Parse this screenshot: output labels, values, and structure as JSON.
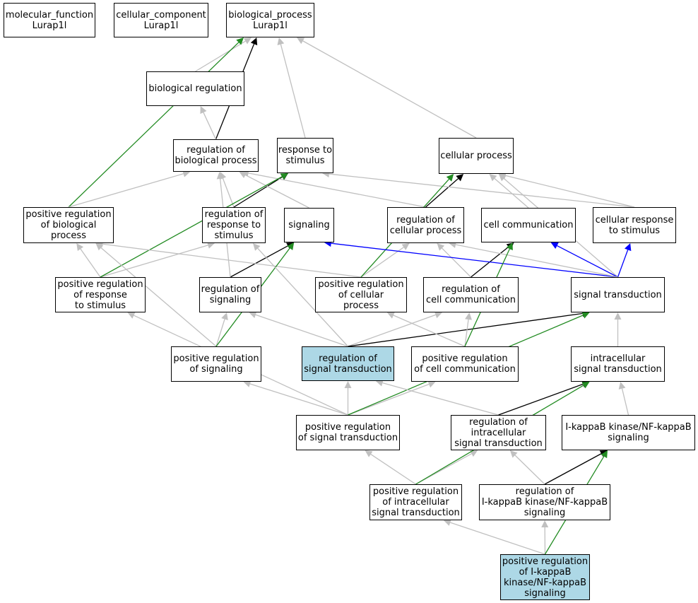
{
  "colors": {
    "grey": "#c0c0c0",
    "black": "#000000",
    "green": "#228b22",
    "blue": "#0000ff",
    "highlight": "#add8e6"
  },
  "nodes": [
    {
      "id": "mf",
      "label": "molecular_function\nLurap1l"
    },
    {
      "id": "cc",
      "label": "cellular_component\nLurap1l"
    },
    {
      "id": "bp",
      "label": "biological_process\nLurap1l"
    },
    {
      "id": "breg",
      "label": "biological regulation"
    },
    {
      "id": "rbp",
      "label": "regulation of\nbiological process"
    },
    {
      "id": "rts",
      "label": "response to\nstimulus"
    },
    {
      "id": "cp",
      "label": "cellular process"
    },
    {
      "id": "prbp",
      "label": "positive regulation\nof biological\nprocess"
    },
    {
      "id": "rrts",
      "label": "regulation of\nresponse to\nstimulus"
    },
    {
      "id": "sig",
      "label": "signaling"
    },
    {
      "id": "rcp",
      "label": "regulation of\ncellular process"
    },
    {
      "id": "ccom",
      "label": "cell communication"
    },
    {
      "id": "crs",
      "label": "cellular response\nto stimulus"
    },
    {
      "id": "prrs",
      "label": "positive regulation\nof response\nto stimulus"
    },
    {
      "id": "rsig",
      "label": "regulation of\nsignaling"
    },
    {
      "id": "prcp",
      "label": "positive regulation\nof cellular\nprocess"
    },
    {
      "id": "rcc",
      "label": "regulation of\ncell communication"
    },
    {
      "id": "st",
      "label": "signal transduction"
    },
    {
      "id": "prsig",
      "label": "positive regulation\nof signaling"
    },
    {
      "id": "rst",
      "label": "regulation of\nsignal transduction",
      "highlight": true
    },
    {
      "id": "prcc",
      "label": "positive regulation\nof cell communication"
    },
    {
      "id": "ist",
      "label": "intracellular\nsignal transduction"
    },
    {
      "id": "prst",
      "label": "positive regulation\nof signal transduction"
    },
    {
      "id": "rist",
      "label": "regulation of\nintracellular\nsignal transduction"
    },
    {
      "id": "ikk",
      "label": "I-kappaB kinase/NF-kappaB\nsignaling"
    },
    {
      "id": "prist",
      "label": "positive regulation\nof intracellular\nsignal transduction"
    },
    {
      "id": "rikk",
      "label": "regulation of\nI-kappaB kinase/NF-kappaB\nsignaling"
    },
    {
      "id": "prikk",
      "label": "positive regulation\nof I-kappaB\nkinase/NF-kappaB\nsignaling",
      "highlight": true
    }
  ],
  "edges": [
    {
      "from": "breg",
      "to": "bp",
      "type": "grey"
    },
    {
      "from": "rbp",
      "to": "bp",
      "type": "black"
    },
    {
      "from": "rts",
      "to": "bp",
      "type": "grey"
    },
    {
      "from": "cp",
      "to": "bp",
      "type": "grey"
    },
    {
      "from": "prbp",
      "to": "bp",
      "type": "green"
    },
    {
      "from": "rbp",
      "to": "breg",
      "type": "grey"
    },
    {
      "from": "prbp",
      "to": "rbp",
      "type": "grey"
    },
    {
      "from": "rrts",
      "to": "rbp",
      "type": "grey"
    },
    {
      "from": "rrts",
      "to": "rts",
      "type": "black"
    },
    {
      "from": "sig",
      "to": "rbp",
      "type": "grey"
    },
    {
      "from": "rcp",
      "to": "rbp",
      "type": "grey"
    },
    {
      "from": "rcp",
      "to": "cp",
      "type": "black"
    },
    {
      "from": "ccom",
      "to": "cp",
      "type": "grey"
    },
    {
      "from": "crs",
      "to": "cp",
      "type": "grey"
    },
    {
      "from": "crs",
      "to": "rts",
      "type": "grey"
    },
    {
      "from": "st",
      "to": "cp",
      "type": "grey"
    },
    {
      "from": "prrs",
      "to": "prbp",
      "type": "grey"
    },
    {
      "from": "prrs",
      "to": "rrts",
      "type": "grey"
    },
    {
      "from": "prrs",
      "to": "rts",
      "type": "green"
    },
    {
      "from": "rsig",
      "to": "sig",
      "type": "black"
    },
    {
      "from": "rsig",
      "to": "rbp",
      "type": "grey"
    },
    {
      "from": "prcp",
      "to": "prbp",
      "type": "grey"
    },
    {
      "from": "prcp",
      "to": "rcp",
      "type": "grey"
    },
    {
      "from": "prcp",
      "to": "cp",
      "type": "green"
    },
    {
      "from": "rcc",
      "to": "ccom",
      "type": "black"
    },
    {
      "from": "rcc",
      "to": "rcp",
      "type": "grey"
    },
    {
      "from": "st",
      "to": "sig",
      "type": "blue"
    },
    {
      "from": "st",
      "to": "ccom",
      "type": "blue"
    },
    {
      "from": "st",
      "to": "crs",
      "type": "blue"
    },
    {
      "from": "st",
      "to": "rcp",
      "type": "grey"
    },
    {
      "from": "prsig",
      "to": "prbp",
      "type": "grey"
    },
    {
      "from": "prsig",
      "to": "rsig",
      "type": "grey"
    },
    {
      "from": "prsig",
      "to": "sig",
      "type": "green"
    },
    {
      "from": "rst",
      "to": "rsig",
      "type": "grey"
    },
    {
      "from": "rst",
      "to": "rrts",
      "type": "grey"
    },
    {
      "from": "rst",
      "to": "rcc",
      "type": "grey"
    },
    {
      "from": "rst",
      "to": "st",
      "type": "black"
    },
    {
      "from": "prcc",
      "to": "rcc",
      "type": "grey"
    },
    {
      "from": "prcc",
      "to": "prcp",
      "type": "grey"
    },
    {
      "from": "prcc",
      "to": "ccom",
      "type": "green"
    },
    {
      "from": "ist",
      "to": "st",
      "type": "grey"
    },
    {
      "from": "prst",
      "to": "prrs",
      "type": "grey"
    },
    {
      "from": "prst",
      "to": "prsig",
      "type": "grey"
    },
    {
      "from": "prst",
      "to": "rst",
      "type": "grey"
    },
    {
      "from": "prst",
      "to": "prcc",
      "type": "grey"
    },
    {
      "from": "prst",
      "to": "st",
      "type": "green"
    },
    {
      "from": "rist",
      "to": "ist",
      "type": "black"
    },
    {
      "from": "rist",
      "to": "rst",
      "type": "grey"
    },
    {
      "from": "ikk",
      "to": "ist",
      "type": "grey"
    },
    {
      "from": "prist",
      "to": "prst",
      "type": "grey"
    },
    {
      "from": "prist",
      "to": "rist",
      "type": "grey"
    },
    {
      "from": "prist",
      "to": "ist",
      "type": "green"
    },
    {
      "from": "rikk",
      "to": "ikk",
      "type": "black"
    },
    {
      "from": "rikk",
      "to": "rist",
      "type": "grey"
    },
    {
      "from": "prikk",
      "to": "prist",
      "type": "grey"
    },
    {
      "from": "prikk",
      "to": "rikk",
      "type": "grey"
    },
    {
      "from": "prikk",
      "to": "ikk",
      "type": "green"
    }
  ]
}
